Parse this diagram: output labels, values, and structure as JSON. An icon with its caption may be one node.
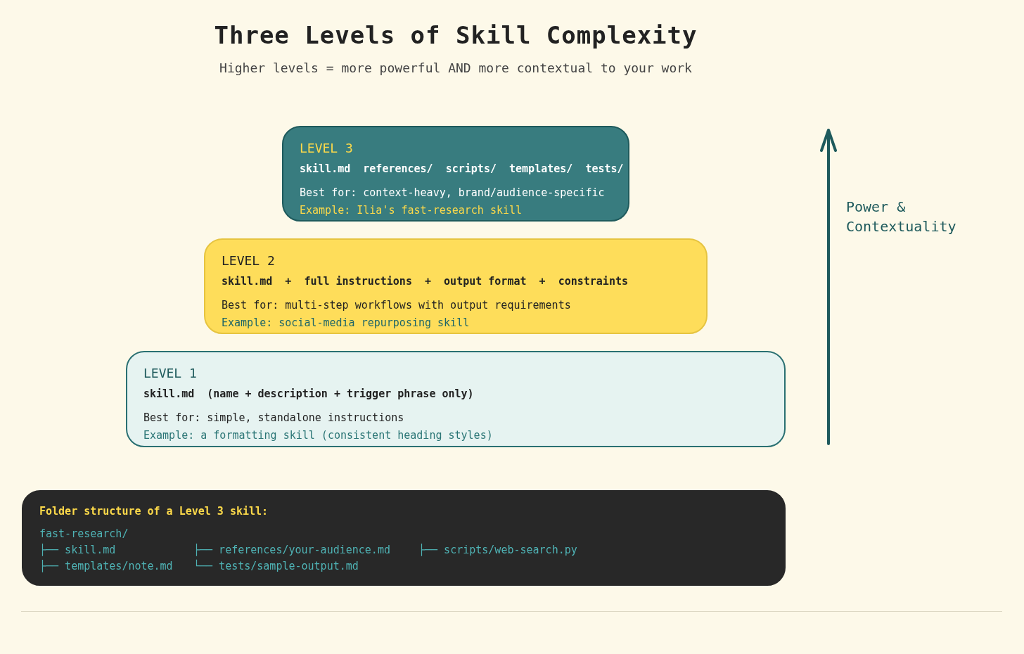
{
  "diagram": {
    "title": "Three Levels of Skill Complexity",
    "nodes": [
      {
        "text": [
          "LEVEL 3",
          "skill.md  references/  scripts/  templates/  tests/",
          "Best for: context-heavy, brand/audience-specific",
          "Example: Ilia's fast-research skill"
        ]
      },
      {
        "text": [
          "LEVEL 2",
          "skill.md  +  full instructions  +  output format  +  constraints",
          "Best for: multi-step workflows with output requirements",
          "Example: social-media repurposing skill"
        ]
      },
      {
        "text": [
          "LEVEL 1",
          "skill.md  (name + description + trigger phrase only)",
          "Best for: simple, standalone instructions",
          "Example: a formatting skill (consistent heading styles)"
        ]
      },
      {
        "text": [
          "Folder structure of a Level 3 skill:",
          "fast-research/",
          "├── skill.md",
          "├── references/your-audience.md",
          "├── scripts/web-search.py",
          "├── templates/note.md",
          "└── tests/sample-output.md"
        ]
      }
    ],
    "labels": [
      "Higher levels = more powerful AND more contextual to your work",
      "Power & Contextuality"
    ]
  }
}
